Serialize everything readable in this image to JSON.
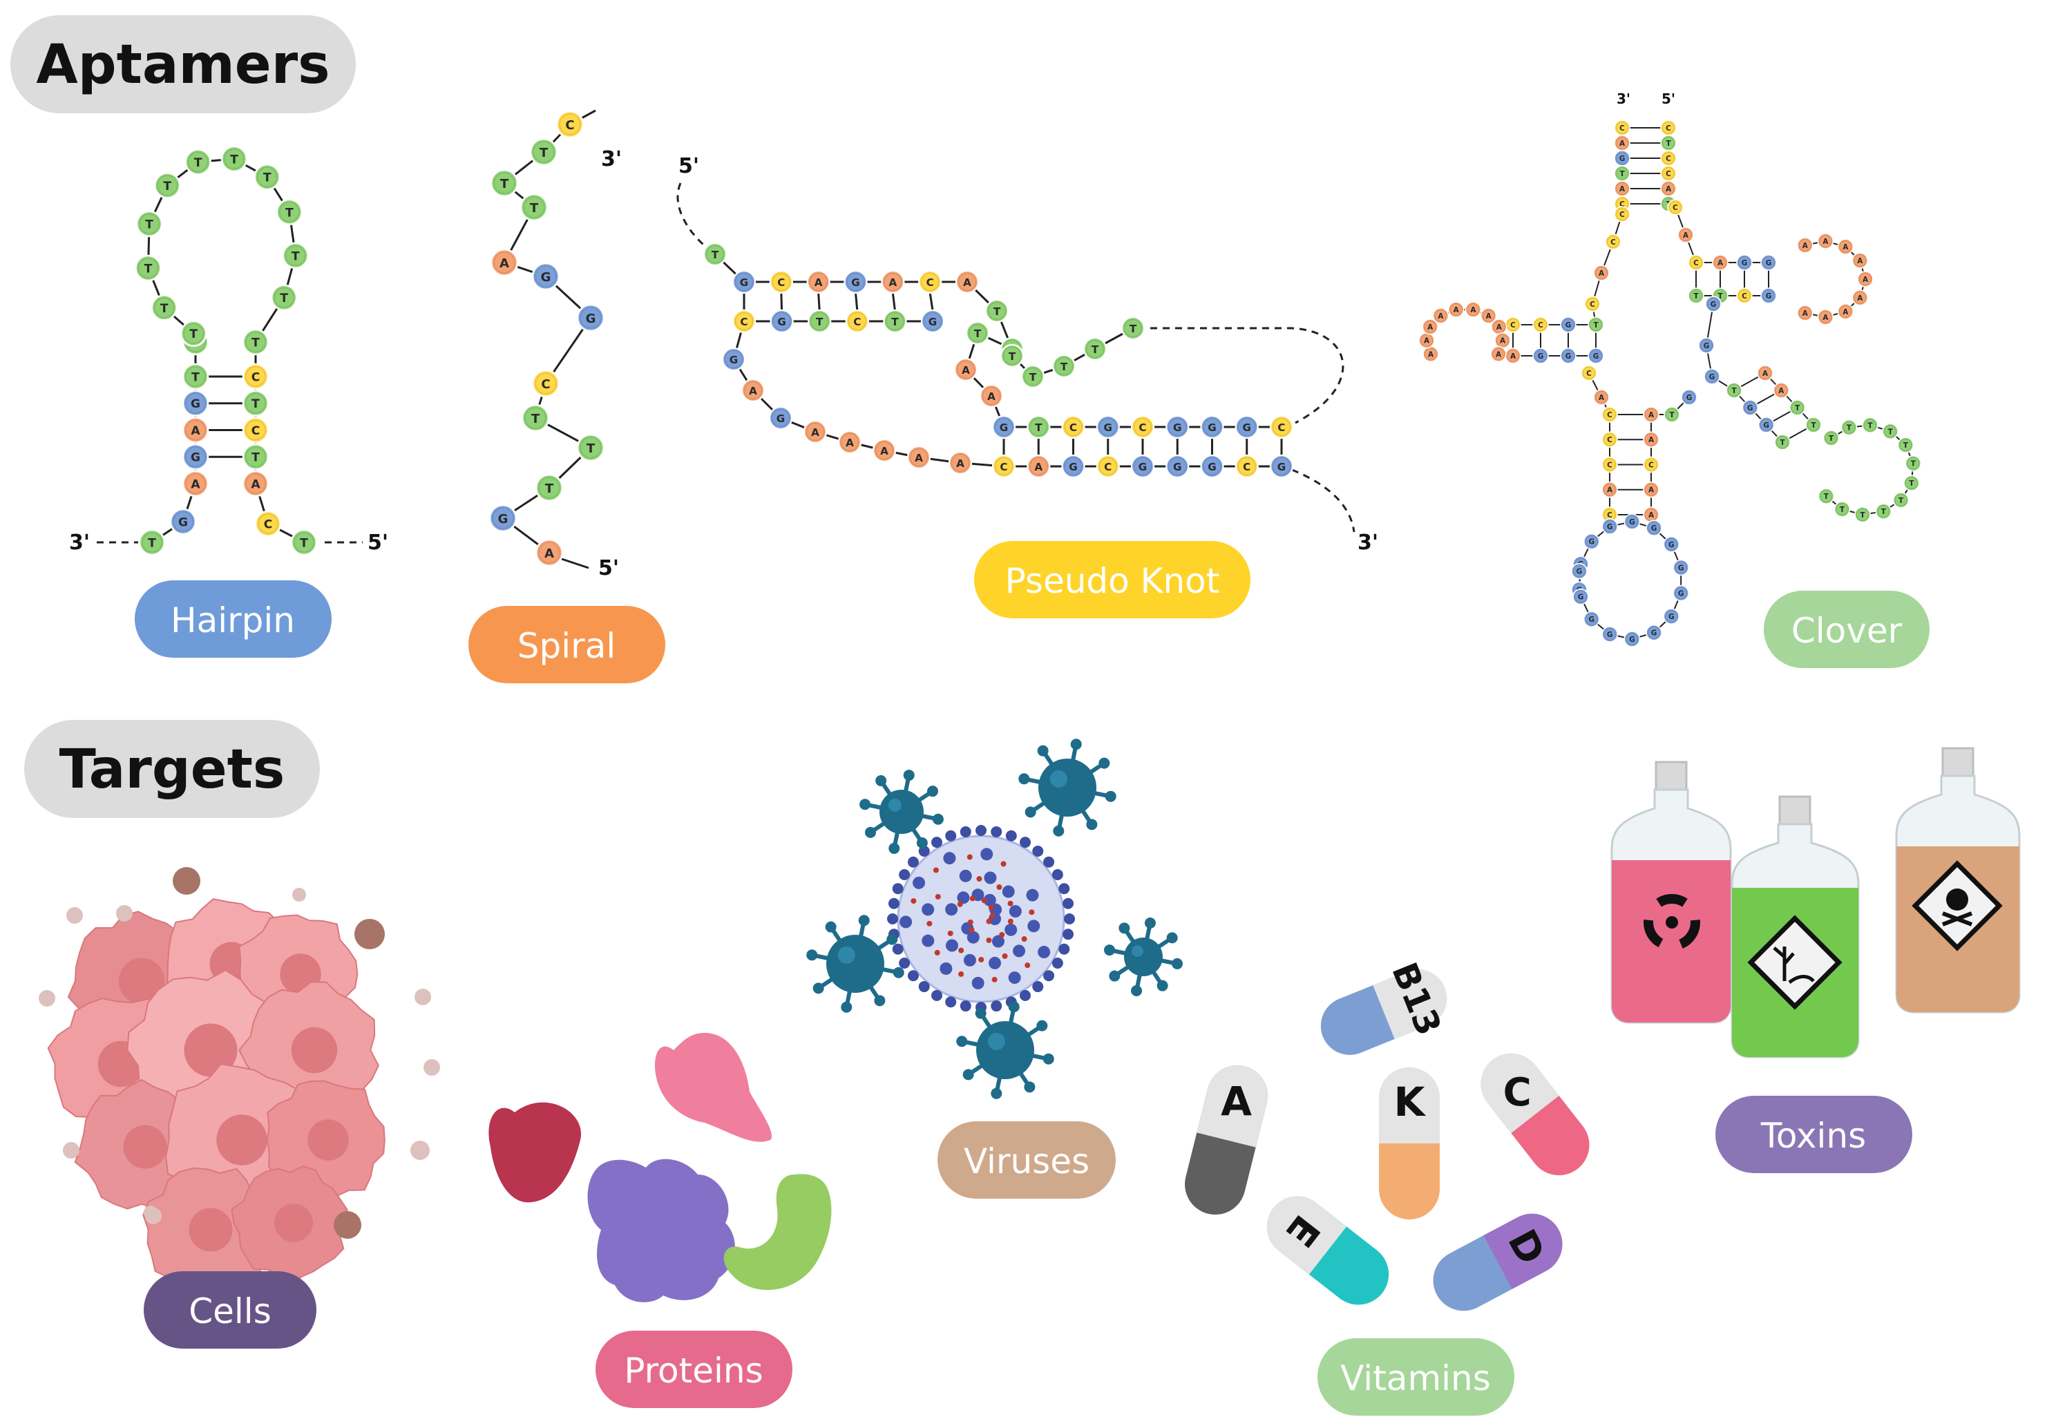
{
  "sections": {
    "aptamers": "Aptamers",
    "targets": "Targets"
  },
  "aptamer_labels": {
    "hairpin": "Hairpin",
    "spiral": "Spiral",
    "pseudoknot": "Pseudo Knot",
    "clover": "Clover"
  },
  "target_labels": {
    "cells": "Cells",
    "proteins": "Proteins",
    "viruses": "Viruses",
    "vitamins": "Vitamins",
    "toxins": "Toxins"
  },
  "ends": {
    "five": "5'",
    "three": "3'"
  },
  "vitamin_letters": [
    "B13",
    "C",
    "A",
    "K",
    "E",
    "D"
  ],
  "colors": {
    "A": "#f4a273",
    "T": "#8fd175",
    "G": "#7b9fd9",
    "C": "#ffd84a",
    "hairpin": "#6f9bd9",
    "spiral": "#f7974f",
    "pseudoknot": "#ffd42a",
    "clover": "#a6d69a",
    "cells": "#675487",
    "proteins": "#e66a8c",
    "viruses": "#cfa98c",
    "vitamins": "#a6d69a",
    "toxins": "#8a76b5"
  }
}
